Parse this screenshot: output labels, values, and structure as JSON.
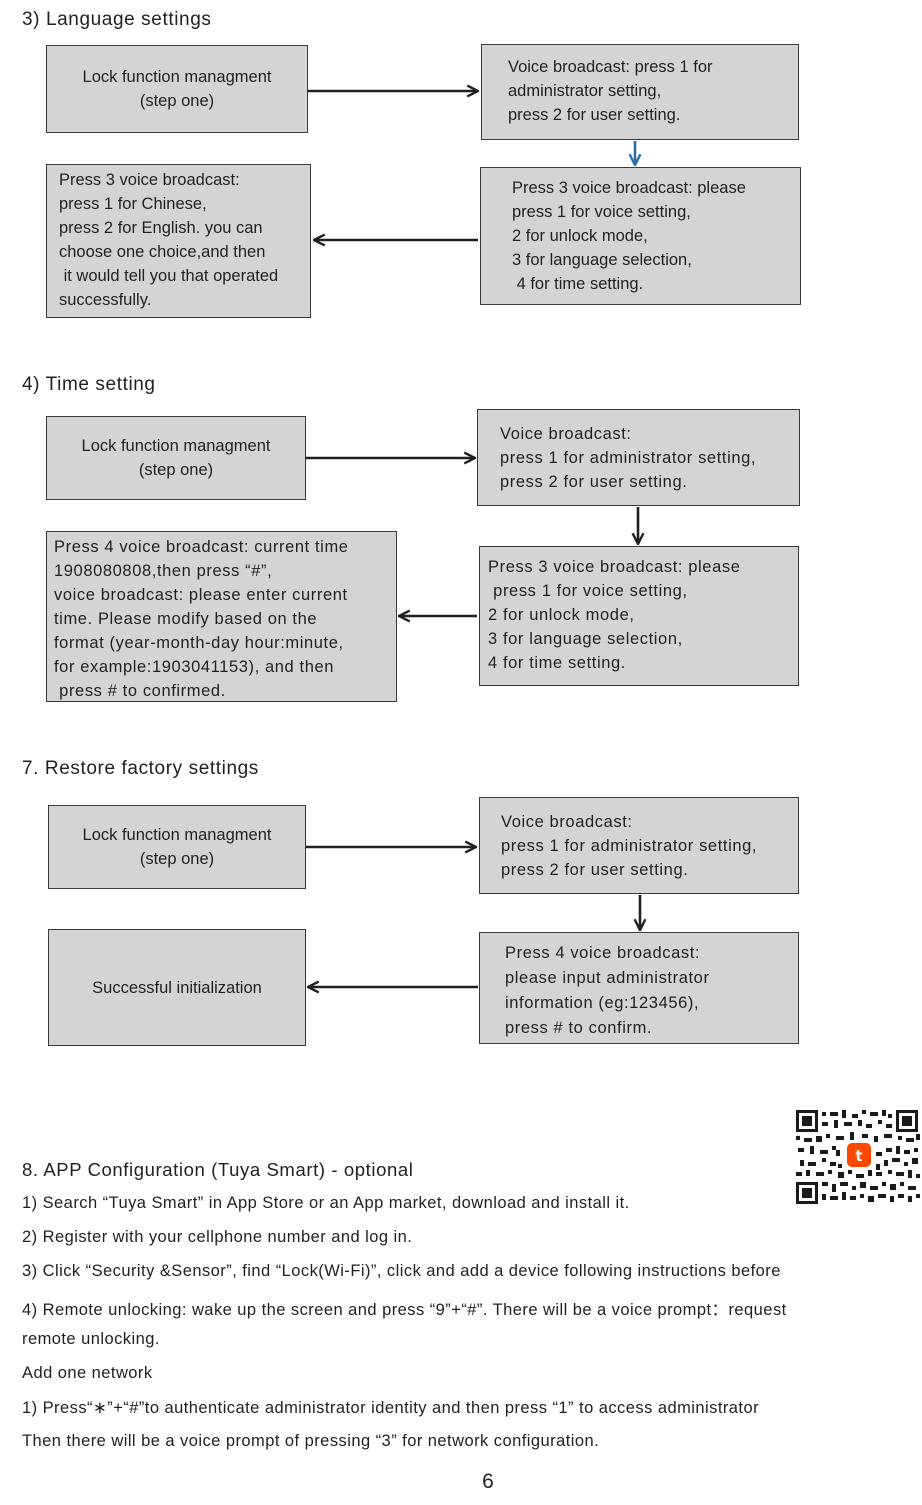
{
  "colors": {
    "box_fill": "#d4d4d4",
    "arrow": "#231f20",
    "arrow_blue": "#2e6da4",
    "tuya_orange": "#ff4800"
  },
  "section3": {
    "heading": "3) Language settings",
    "box_step": [
      "Lock function managment",
      "(step one)"
    ],
    "box_voice": [
      "Voice broadcast: press 1 for",
      "administrator setting,",
      "press 2 for user setting."
    ],
    "box_press3": [
      "Press 3 voice broadcast: please",
      "press 1 for voice setting,",
      "2 for unlock mode,",
      "3 for language selection,",
      " 4 for time setting."
    ],
    "box_lang": [
      "Press 3 voice broadcast:",
      "press 1 for Chinese,",
      "press 2 for English. you can",
      "choose one choice,and then",
      " it would tell you that operated",
      "successfully."
    ]
  },
  "section4": {
    "heading": "4) Time setting",
    "box_step": [
      "Lock function managment",
      "(step one)"
    ],
    "box_voice": [
      "Voice broadcast:",
      "press 1 for administrator setting,",
      "press 2 for user setting."
    ],
    "box_press3": [
      "Press 3 voice broadcast: please",
      " press 1 for voice setting,",
      "2 for unlock mode,",
      "3 for language selection,",
      "4 for time setting."
    ],
    "box_time": [
      "Press 4 voice broadcast: current time",
      "1908080808,then press “#”,",
      "voice broadcast: please enter current",
      "time. Please modify based on the",
      "format (year-month-day hour:minute,",
      "for example:1903041153), and then",
      " press # to confirmed."
    ]
  },
  "section7": {
    "heading": "7. Restore factory settings",
    "box_step": [
      "Lock function managment",
      "(step one)"
    ],
    "box_voice": [
      "Voice broadcast:",
      "press 1 for administrator setting,",
      "press 2 for user setting."
    ],
    "box_press4": [
      "Press 4 voice broadcast:",
      "please input administrator",
      "information (eg:123456),",
      "press # to confirm."
    ],
    "box_success": "Successful initialization"
  },
  "section8": {
    "heading": "8. APP Configuration (Tuya Smart) - optional",
    "lines": [
      "1) Search “Tuya Smart” in App Store or an App market, download and install it.",
      "2) Register with your cellphone number and log in.",
      "3) Click “Security &Sensor”, find “Lock(Wi-Fi)”, click and add a device following instructions before",
      "4) Remote unlocking: wake up the screen and press “9”+“#”. There will be a voice prompt：request",
      "remote unlocking.",
      "Add one network",
      "1) Press“∗”+“#”to authenticate administrator identity and then press “1” to access administrator",
      "Then there will be a voice prompt of pressing “3” for network configuration."
    ],
    "qr_icon": "tuya-qr-code"
  },
  "page_number": "6"
}
